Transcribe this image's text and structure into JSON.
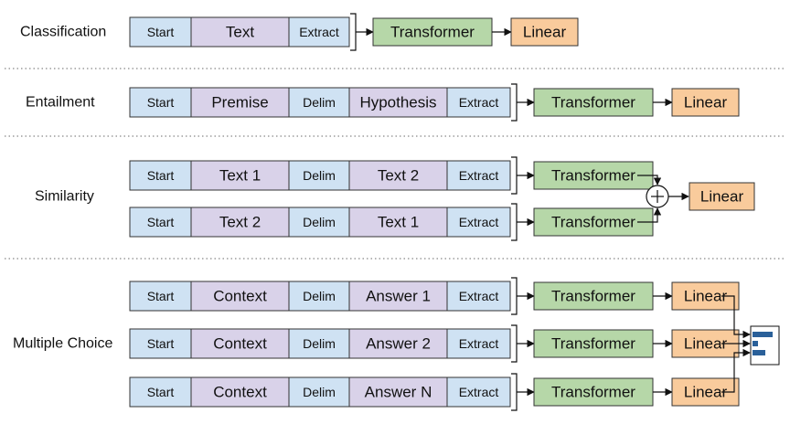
{
  "colors": {
    "start": "#cfe2f3",
    "text": "#d9d2e9",
    "transformer": "#b6d7a8",
    "linear": "#f9cb9c",
    "stroke": "#333333",
    "bar": "#2a6099"
  },
  "tokens": {
    "start": "Start",
    "extract": "Extract",
    "delim": "Delim"
  },
  "blocks": {
    "transformer": "Transformer",
    "linear": "Linear"
  },
  "sections": [
    {
      "label": "Classification",
      "rows": [
        {
          "segments": [
            "Start",
            "Text",
            "Extract"
          ],
          "output": "linear"
        }
      ]
    },
    {
      "label": "Entailment",
      "rows": [
        {
          "segments": [
            "Start",
            "Premise",
            "Delim",
            "Hypothesis",
            "Extract"
          ],
          "output": "linear"
        }
      ]
    },
    {
      "label": "Similarity",
      "rows": [
        {
          "segments": [
            "Start",
            "Text 1",
            "Delim",
            "Text 2",
            "Extract"
          ],
          "output": "none"
        },
        {
          "segments": [
            "Start",
            "Text 2",
            "Delim",
            "Text 1",
            "Extract"
          ],
          "output": "none"
        }
      ]
    },
    {
      "label": "Multiple Choice",
      "rows": [
        {
          "segments": [
            "Start",
            "Context",
            "Delim",
            "Answer 1",
            "Extract"
          ],
          "output": "linear"
        },
        {
          "segments": [
            "Start",
            "Context",
            "Delim",
            "Answer 2",
            "Extract"
          ],
          "output": "linear"
        },
        {
          "segments": [
            "Start",
            "Context",
            "Delim",
            "Answer N",
            "Extract"
          ],
          "output": "linear"
        }
      ]
    }
  ]
}
